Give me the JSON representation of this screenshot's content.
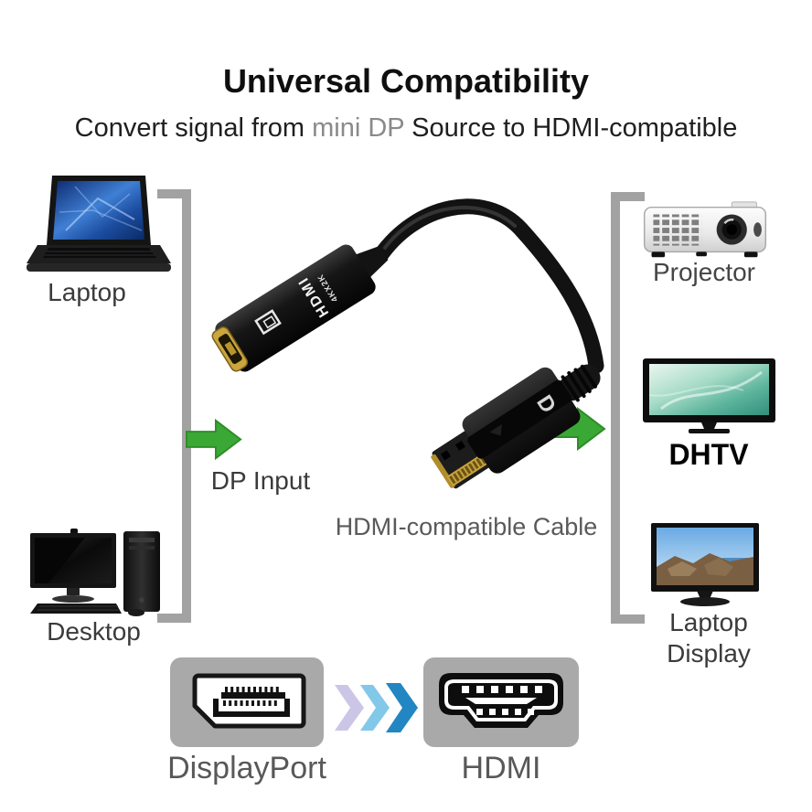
{
  "header": {
    "title": "Universal Compatibility",
    "subtitle_prefix": "Convert signal from ",
    "subtitle_highlight": "mini DP",
    "subtitle_suffix": " Source to HDMI-compatible"
  },
  "sources": {
    "laptop_label": "Laptop",
    "desktop_label": "Desktop"
  },
  "flow": {
    "dp_input_label": "DP Input",
    "cable_label": "HDMI-compatible Cable"
  },
  "adapter": {
    "print_line1": "HDMI",
    "print_line2": "4KX2K",
    "dp_logo": "D"
  },
  "outputs": {
    "projector_label": "Projector",
    "dhtv_label": "DHTV",
    "laptop_display_label": "Laptop Display"
  },
  "connectors": {
    "displayport_label": "DisplayPort",
    "hdmi_label": "HDMI"
  },
  "colors": {
    "arrow_green": "#3aa834",
    "arrow_green_dark": "#2e8c28",
    "bracket_gray": "#a2a2a2",
    "chevron_1": "#ccc6e6",
    "chevron_2": "#82c8e8",
    "chevron_3": "#2186c2",
    "icon_plate_gray": "#a9a9a9",
    "cable_black": "#141414",
    "gold": "#c9a43a",
    "label_gray": "#5a5a5a",
    "label_dark": "#3b3b3b",
    "subtitle_highlight_gray": "#8a8a8a"
  }
}
